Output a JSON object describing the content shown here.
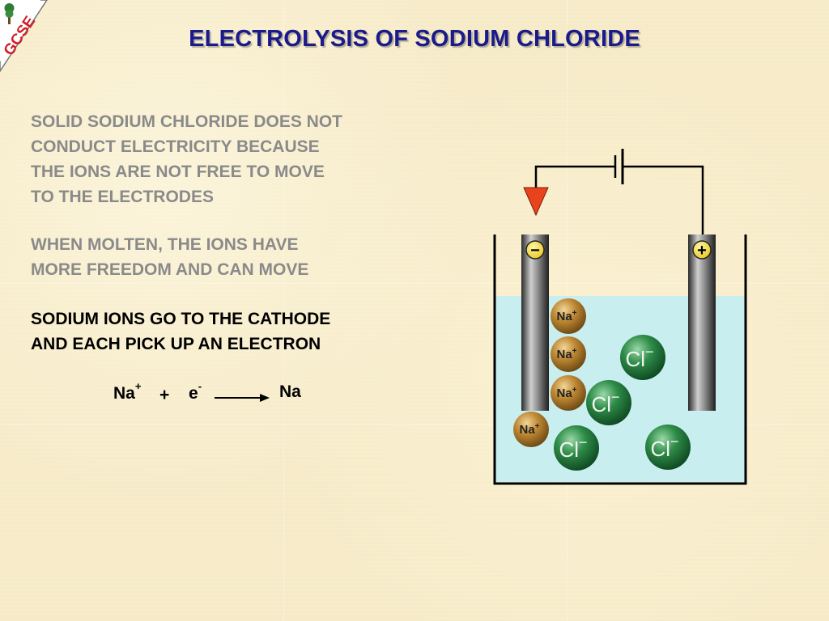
{
  "badge": {
    "text": "GCSE",
    "color": "#d0202a"
  },
  "title": "ELECTROLYSIS OF SODIUM CHLORIDE",
  "paragraphs": {
    "p1": "SOLID SODIUM CHLORIDE DOES NOT\nCONDUCT ELECTRICITY BECAUSE\nTHE IONS ARE NOT FREE TO MOVE\nTO THE ELECTRODES",
    "p2": "WHEN MOLTEN, THE IONS HAVE\nMORE FREEDOM AND CAN MOVE",
    "p3": "SODIUM IONS GO TO THE CATHODE\nAND EACH PICK UP AN ELECTRON"
  },
  "equation": {
    "reactant1": "Na",
    "reactant1_charge": "+",
    "plus": "+",
    "reactant2": "e",
    "reactant2_charge": "-",
    "product": "Na"
  },
  "diagram": {
    "cathode_sign": "−",
    "anode_sign": "+",
    "na_label": "Na",
    "na_charge": "+",
    "cl_label": "Cl",
    "cl_charge": "−",
    "colors": {
      "electrolyte": "#c9eef0",
      "sodium_ion": "#b07c28",
      "chloride_ion": "#2d8a47",
      "arrow": "#e8431c",
      "electrode": "#444444"
    }
  }
}
